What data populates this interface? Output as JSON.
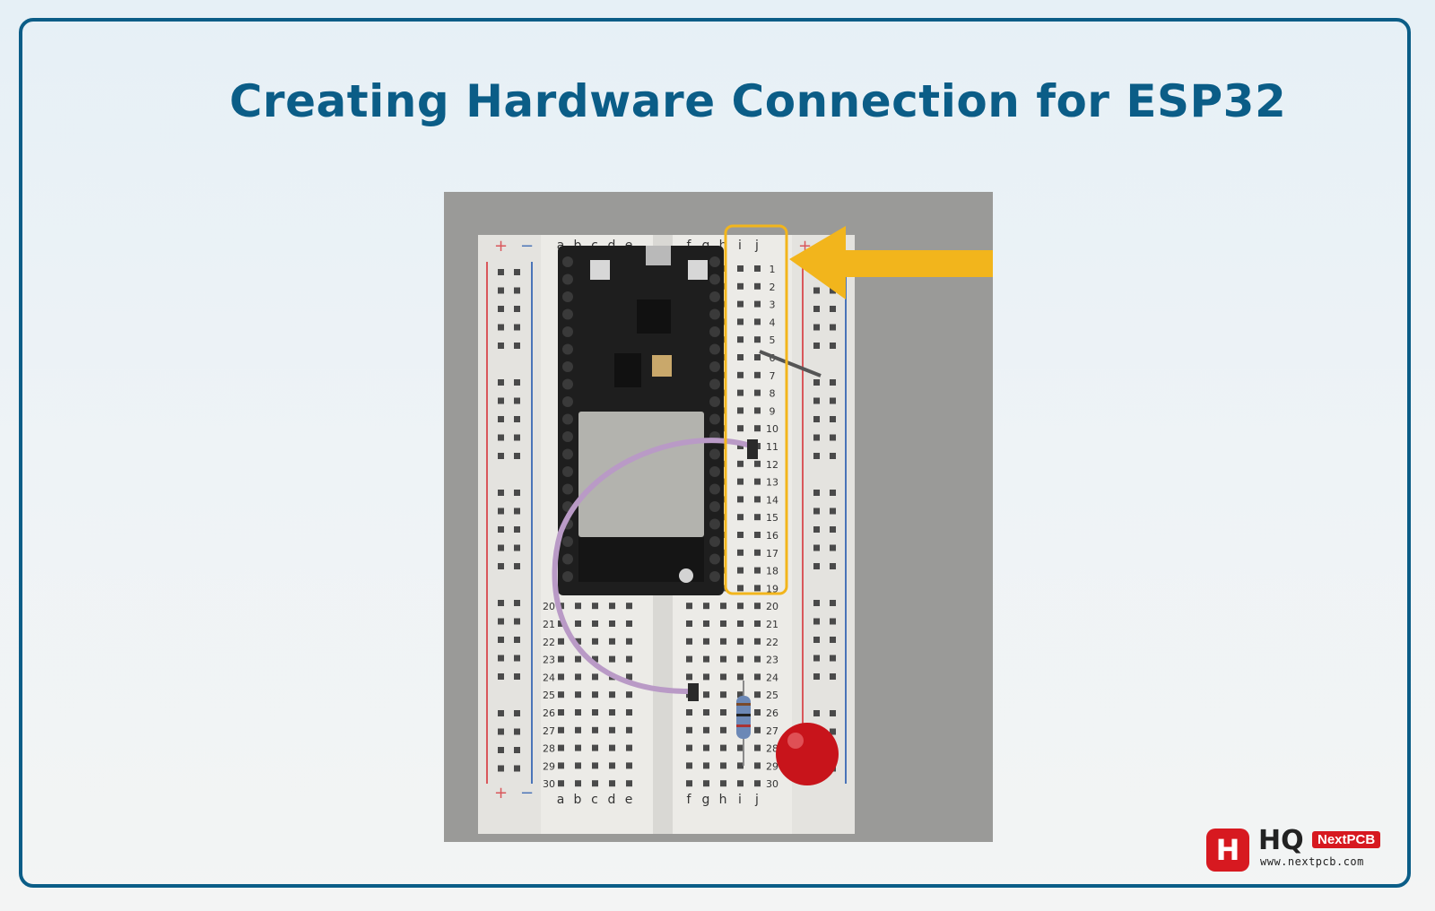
{
  "slide": {
    "title": "Creating Hardware Connection for ESP32"
  },
  "photo": {
    "description_labels": {
      "rail_plus": "+",
      "rail_minus": "−",
      "columns_left": [
        "a",
        "b",
        "c",
        "d",
        "e"
      ],
      "columns_right": [
        "f",
        "g",
        "h",
        "i",
        "j"
      ],
      "rows": [
        "1",
        "2",
        "3",
        "4",
        "5",
        "6",
        "7",
        "8",
        "9",
        "10",
        "11",
        "12",
        "13",
        "14",
        "15",
        "16",
        "17",
        "18",
        "19",
        "20",
        "21",
        "22",
        "23",
        "24",
        "25",
        "26",
        "27",
        "28",
        "29",
        "30"
      ]
    },
    "highlight_color": "#f2b51c",
    "arrow_color": "#f2b51c",
    "wire_color": "#b99ac6",
    "led_color": "#c8141b"
  },
  "logo": {
    "mark": "H",
    "brand": "HQ",
    "badge": "NextPCB",
    "url": "www.nextpcb.com"
  }
}
